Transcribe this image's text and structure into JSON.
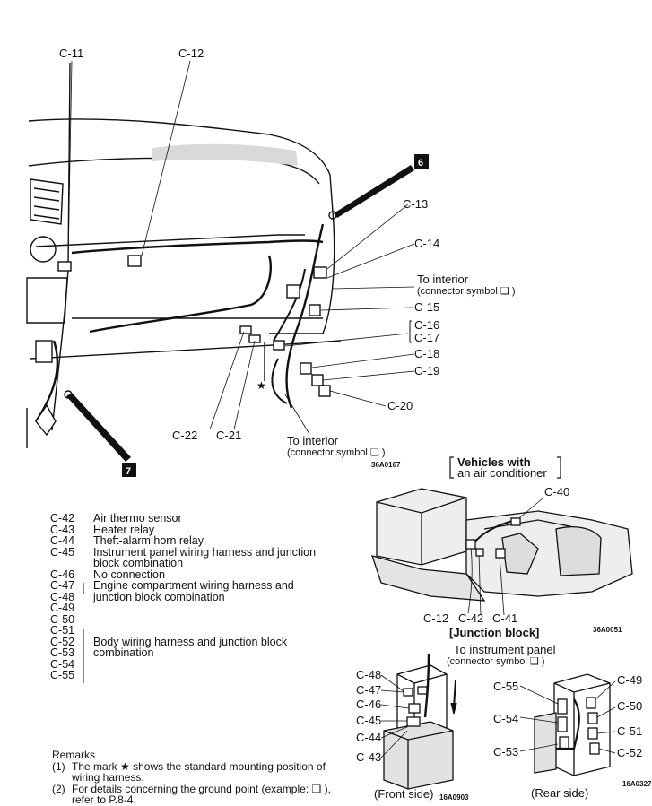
{
  "callout_markers": {
    "marker_6": "6",
    "marker_7": "7"
  },
  "dashboard": {
    "labels": {
      "c11": "C-11",
      "c12": "C-12",
      "c13": "C-13",
      "c14": "C-14",
      "c15": "C-15",
      "c16": "C-16",
      "c17": "C-17",
      "c18": "C-18",
      "c19": "C-19",
      "c20": "C-20",
      "c21": "C-21",
      "c22": "C-22"
    },
    "to_interior_1_a": "To interior",
    "to_interior_1_b": "(connector symbol ❑ )",
    "to_interior_2_a": "To interior",
    "to_interior_2_b": "(connector symbol ❑ )",
    "code": "36A0167"
  },
  "aircon": {
    "title_a": "Vehicles with",
    "title_b": "an air conditioner",
    "labels": {
      "c40": "C-40",
      "c12": "C-12",
      "c42": "C-42",
      "c41": "C-41"
    },
    "code": "36A0051"
  },
  "junction_block": {
    "title": "[Junction block]",
    "to_panel_a": "To instrument panel",
    "to_panel_b": "(connector symbol ❑ )",
    "front_labels": {
      "c48": "C-48",
      "c47": "C-47",
      "c46": "C-46",
      "c45": "C-45",
      "c44": "C-44",
      "c43": "C-43"
    },
    "rear_labels": {
      "c55": "C-55",
      "c54": "C-54",
      "c53": "C-53",
      "c49": "C-49",
      "c50": "C-50",
      "c51": "C-51",
      "c52": "C-52"
    },
    "front_caption": "(Front side)",
    "front_code": "16A0903",
    "rear_caption": "(Rear side)",
    "rear_code": "16A0327"
  },
  "legend": [
    {
      "code": "C-42",
      "desc": "Air thermo sensor"
    },
    {
      "code": "C-43",
      "desc": "Heater relay"
    },
    {
      "code": "C-44",
      "desc": "Theft-alarm horn relay"
    },
    {
      "code": "C-45",
      "desc": "Instrument panel wiring harness and junction"
    },
    {
      "code": "",
      "desc": "block combination"
    },
    {
      "code": "C-46",
      "desc": "No connection"
    },
    {
      "code": "C-47",
      "desc": "Engine compartment wiring harness and"
    },
    {
      "code": "C-48",
      "desc": "junction block combination"
    },
    {
      "code": "C-49",
      "desc": ""
    },
    {
      "code": "C-50",
      "desc": ""
    },
    {
      "code": "C-51",
      "desc": ""
    },
    {
      "code": "C-52",
      "desc": "Body wiring harness and junction block"
    },
    {
      "code": "C-53",
      "desc": "combination"
    },
    {
      "code": "C-54",
      "desc": ""
    },
    {
      "code": "C-55",
      "desc": ""
    }
  ],
  "remarks": {
    "heading": "Remarks",
    "items": [
      {
        "num": "(1)",
        "text": "The mark ★ shows the standard mounting position of wiring harness."
      },
      {
        "num": "(2)",
        "text": "For details concerning the ground point (example: ❑ ), refer to P.8-4."
      }
    ]
  }
}
